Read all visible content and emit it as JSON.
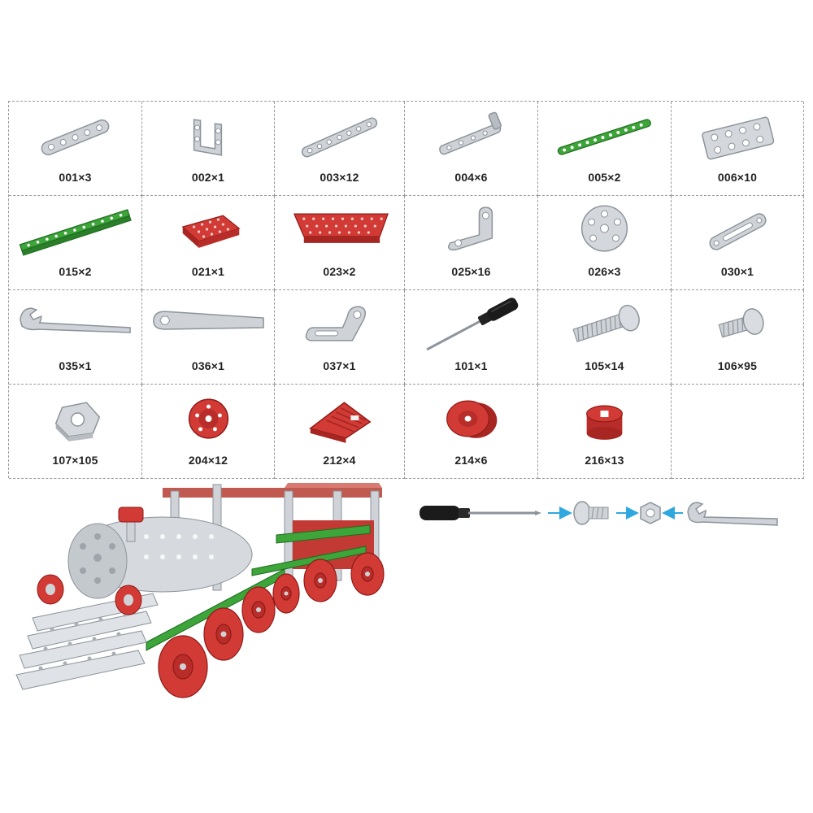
{
  "parts": [
    {
      "code": "001×3",
      "icon": "flat-strip-5-hole-icon"
    },
    {
      "code": "002×1",
      "icon": "u-bracket-icon"
    },
    {
      "code": "003×12",
      "icon": "flat-strip-7-hole-icon"
    },
    {
      "code": "004×6",
      "icon": "angle-strip-icon"
    },
    {
      "code": "005×2",
      "icon": "green-long-strip-icon"
    },
    {
      "code": "006×10",
      "icon": "flat-plate-icon"
    },
    {
      "code": "015×2",
      "icon": "green-angle-girder-icon"
    },
    {
      "code": "021×1",
      "icon": "red-flanged-plate-small-icon"
    },
    {
      "code": "023×2",
      "icon": "red-flanged-plate-large-icon"
    },
    {
      "code": "025×16",
      "icon": "angle-bracket-icon"
    },
    {
      "code": "026×3",
      "icon": "bush-wheel-icon"
    },
    {
      "code": "030×1",
      "icon": "slotted-strip-icon"
    },
    {
      "code": "035×1",
      "icon": "spanner-icon"
    },
    {
      "code": "036×1",
      "icon": "box-spanner-icon"
    },
    {
      "code": "037×1",
      "icon": "flat-bracket-icon"
    },
    {
      "code": "101×1",
      "icon": "screwdriver-icon"
    },
    {
      "code": "105×14",
      "icon": "long-bolt-icon"
    },
    {
      "code": "106×95",
      "icon": "short-bolt-icon"
    },
    {
      "code": "107×105",
      "icon": "hex-nut-icon"
    },
    {
      "code": "204×12",
      "icon": "red-wheel-icon"
    },
    {
      "code": "212×4",
      "icon": "red-wedge-icon"
    },
    {
      "code": "214×6",
      "icon": "red-pulley-icon"
    },
    {
      "code": "216×13",
      "icon": "red-collar-icon"
    }
  ],
  "colors": {
    "metal": "#c9cdd2",
    "metal_dark": "#8c939b",
    "green": "#3da53a",
    "green_dark": "#1f6b1f",
    "red": "#d23b35",
    "red_dark": "#8f1a17",
    "arrow": "#2fa8e0",
    "grid_line": "#9a9a9a"
  }
}
